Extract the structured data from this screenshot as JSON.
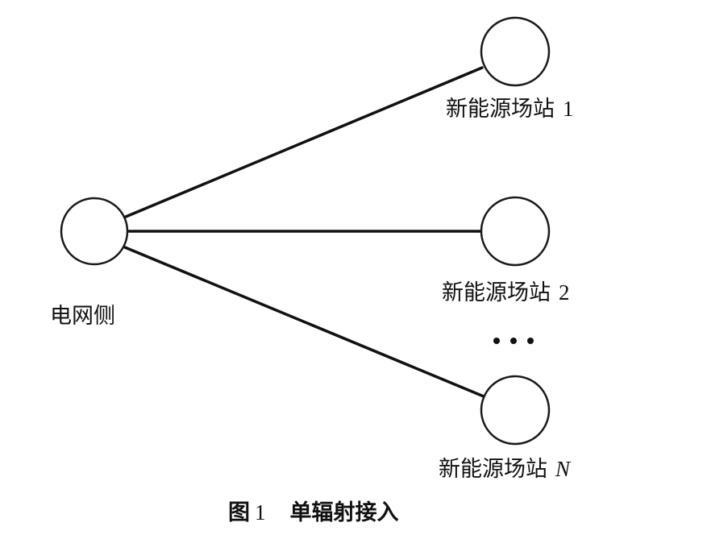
{
  "diagram": {
    "grid_node": {
      "label": "电网侧"
    },
    "stations": [
      {
        "label_prefix": "新能源场站",
        "label_index": "1",
        "italic": false
      },
      {
        "label_prefix": "新能源场站",
        "label_index": "2",
        "italic": false
      },
      {
        "label_prefix": "新能源场站",
        "label_index": "N",
        "italic": true
      }
    ],
    "ellipsis": "• • •",
    "line_color": "#111111"
  },
  "caption": {
    "figure_label": "图",
    "figure_number": "1",
    "title": "单辐射接入"
  }
}
